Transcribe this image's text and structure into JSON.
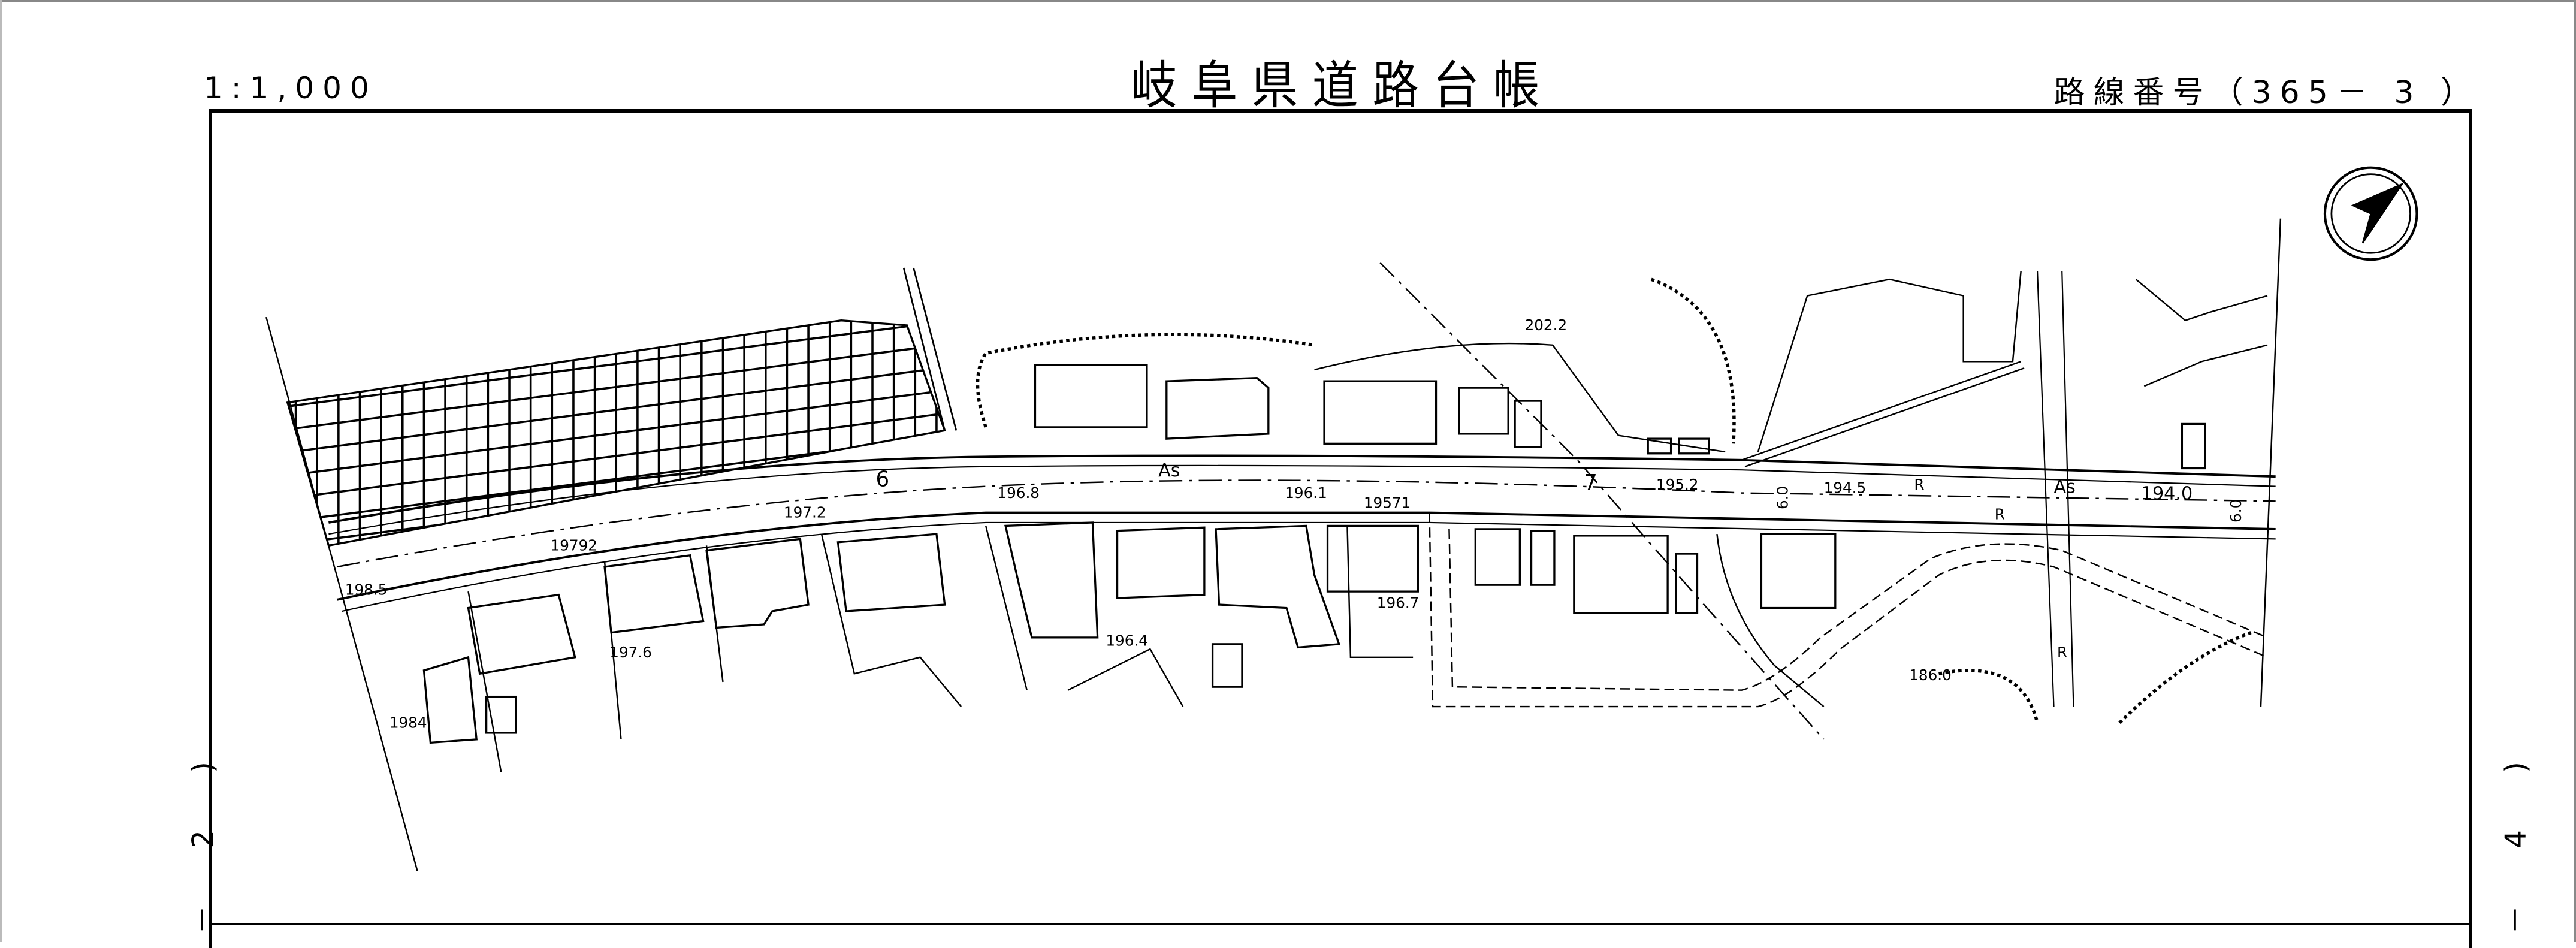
{
  "header": {
    "title": "岐阜県道路台帳",
    "scale": "1:1,000",
    "route_number": "路線番号（365－ 3 ）"
  },
  "side_labels": {
    "left": "－ 2 )",
    "right": "－ 4 )"
  },
  "map": {
    "north_arrow": "north-arrow-icon",
    "station_labels": [
      "6",
      "7"
    ],
    "surface_labels": [
      "As",
      "As"
    ],
    "elevations": [
      "198.5",
      "19792",
      "197.2",
      "196.8",
      "196.1",
      "19571",
      "197.6",
      "196.4",
      "196.7",
      "1984",
      "202.2",
      "195.2",
      "194.5",
      "194.0",
      "186.0"
    ],
    "misc_labels": [
      "R",
      "R",
      "R",
      "6.0",
      "6.0"
    ]
  }
}
